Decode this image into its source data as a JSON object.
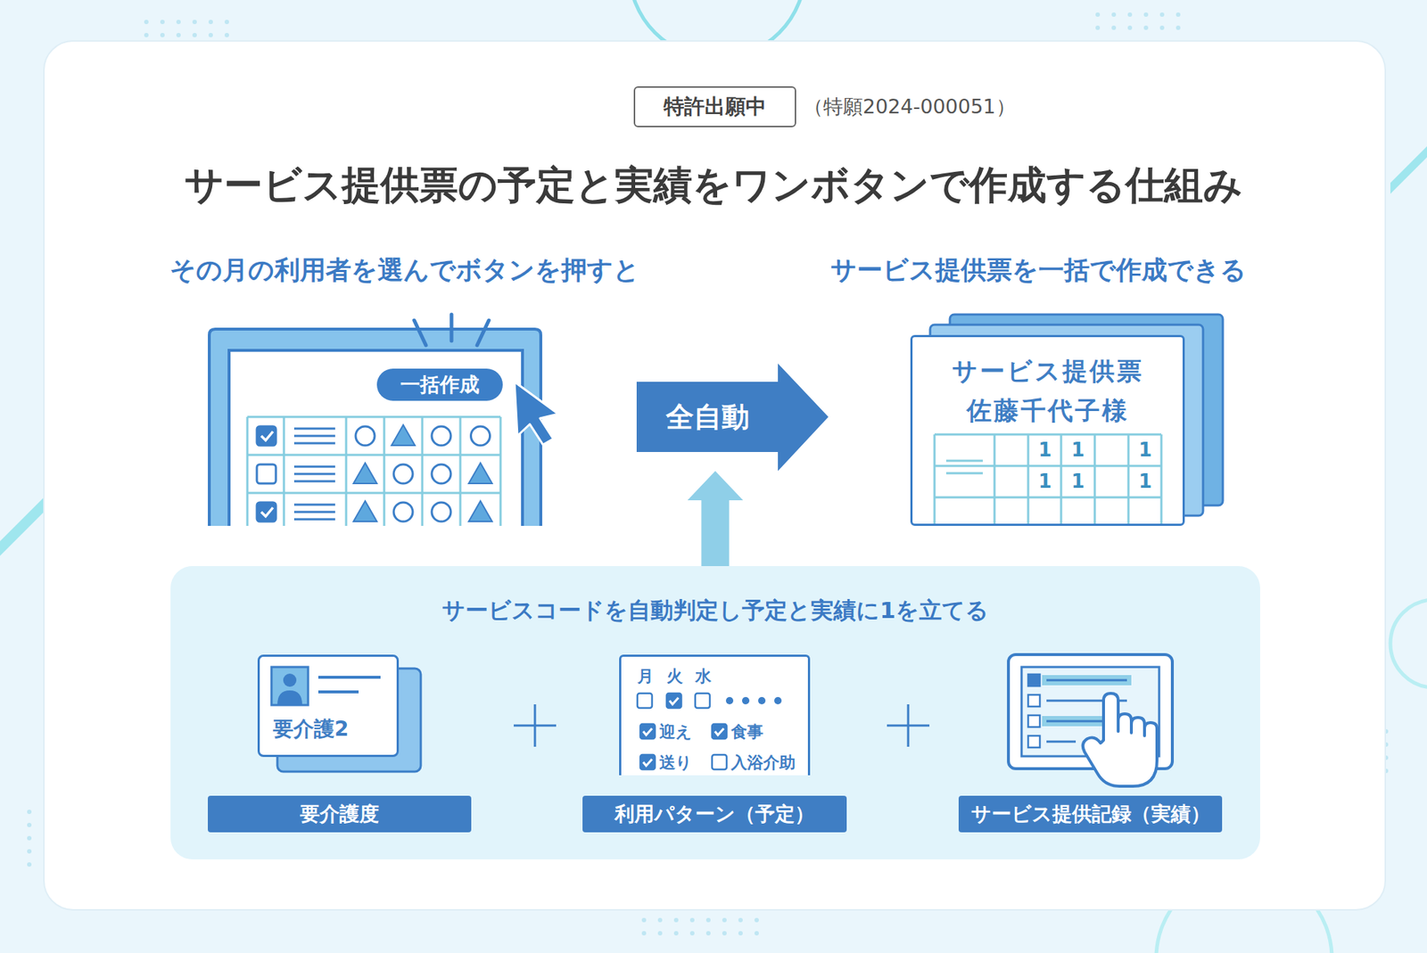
{
  "diagram": {
    "title": "サービス提供票の予定と実績をワンボタンで作成する仕組み",
    "nodes": [
      {
        "text": [
          "特許出願中"
        ]
      },
      {
        "text": [
          "一括作成"
        ]
      },
      {
        "text": [
          "全自動"
        ]
      },
      {
        "text": [
          "サービス提供票",
          "佐藤千代子様"
        ]
      },
      {
        "text": [
          "サービスコードを自動判定し予定と実績に1を立てる"
        ]
      },
      {
        "text": [
          "要介護2"
        ],
        "in": 4
      },
      {
        "text": [
          "要介護度"
        ],
        "in": 4
      },
      {
        "text": [
          "月",
          "火",
          "水",
          "迎え",
          "食事",
          "送り",
          "入浴介助"
        ],
        "in": 4
      },
      {
        "text": [
          "利用パターン（予定）"
        ],
        "in": 4
      },
      {
        "text": [
          "サービス提供記録（実績）"
        ],
        "in": 4
      }
    ],
    "edges": [
      {
        "from": 4,
        "to": 2,
        "arrow": "to"
      }
    ],
    "labels": [
      "（特願2024-000051）",
      "その月の利用者を選んでボタンを押すと",
      "サービス提供票を一括で作成できる",
      "1",
      "1",
      "1",
      "1",
      "1",
      "1"
    ]
  }
}
